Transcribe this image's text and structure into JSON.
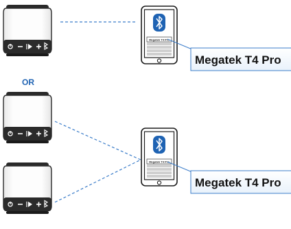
{
  "separator": {
    "text": "OR"
  },
  "phone_screen": {
    "device_line": "Megatek T4 Pro"
  },
  "callouts": [
    {
      "text": "Megatek T4 Pro"
    },
    {
      "text": "Megatek T4 Pro"
    }
  ],
  "speaker": {
    "controls": [
      "power",
      "minus",
      "play",
      "plus",
      "bluetooth"
    ]
  },
  "icons": [
    "bluetooth-icon",
    "home-button-icon"
  ],
  "colors": {
    "accent_blue": "#1f63b3",
    "dash_blue": "#3a7cc9",
    "dark": "#1a1a1a",
    "speaker_grey": "#8a8a8a"
  }
}
